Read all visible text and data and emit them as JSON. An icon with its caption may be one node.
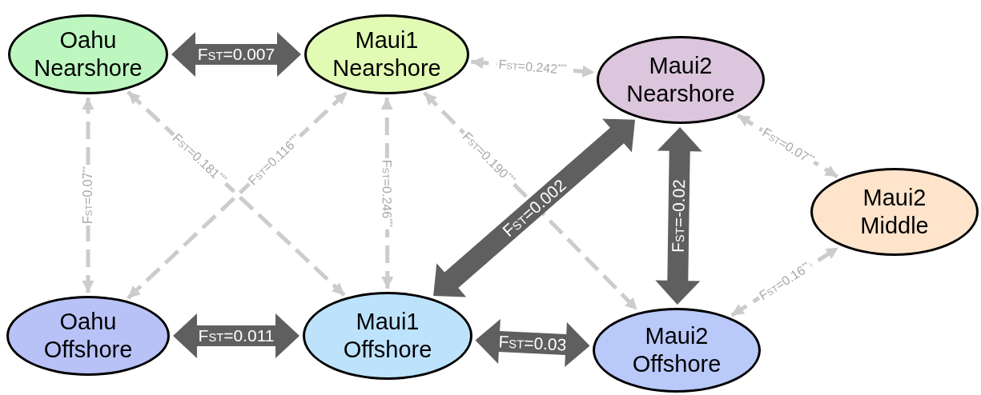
{
  "diagram": {
    "nodes": [
      {
        "text": [
          "Oahu Nearshore"
        ]
      },
      {
        "text": [
          "Maui1 Nearshore"
        ]
      },
      {
        "text": [
          "Maui2 Nearshore"
        ]
      },
      {
        "text": [
          "Maui2 Middle"
        ]
      },
      {
        "text": [
          "Oahu Offshore"
        ]
      },
      {
        "text": [
          "Maui1 Offshore"
        ]
      },
      {
        "text": [
          "Maui2 Offshore"
        ]
      }
    ],
    "edges": [
      {
        "from": 0,
        "to": 1,
        "arrow": "both",
        "label": "F$_{ST}$=0.007",
        "style": "thick",
        "color": "#5f5f5f"
      },
      {
        "from": 1,
        "to": 2,
        "arrow": "both",
        "label": "F$_{ST}$=0.242$^{***}$",
        "style": "dashed"
      },
      {
        "from": 4,
        "to": 0,
        "arrow": "both",
        "label": "F$_{ST}$=0.07$^{**}$",
        "style": "dashed"
      },
      {
        "from": 0,
        "to": 5,
        "arrow": "both",
        "label": "F$_{ST}$=0.181$^{***}$",
        "style": "dashed"
      },
      {
        "from": 4,
        "to": 1,
        "arrow": "both",
        "label": "F$_{ST}$=0.116$^{***}$",
        "style": "dashed"
      },
      {
        "from": 5,
        "to": 1,
        "arrow": "both",
        "label": "F$_{ST}$=0.246$^{***}$",
        "style": "dashed"
      },
      {
        "from": 1,
        "to": 6,
        "arrow": "both",
        "label": "F$_{ST}$=0.190$^{***}$",
        "style": "dashed"
      },
      {
        "from": 5,
        "to": 2,
        "arrow": "both",
        "label": "F$_{ST}$=0.002",
        "style": "thick",
        "color": "#5f5f5f"
      },
      {
        "from": 6,
        "to": 2,
        "arrow": "both",
        "label": "F$_{ST}$=-0.02",
        "style": "thick",
        "color": "#5f5f5f"
      },
      {
        "from": 2,
        "to": 3,
        "arrow": "both",
        "label": "F$_{ST}$=0.07$^{**}$",
        "style": "dashed"
      },
      {
        "from": 6,
        "to": 3,
        "arrow": "both",
        "label": "F$_{ST}$=0.16$^{**}$",
        "style": "dashed"
      },
      {
        "from": 4,
        "to": 5,
        "arrow": "both",
        "label": "F$_{ST}$=0.011",
        "style": "thick",
        "color": "#5f5f5f"
      },
      {
        "from": 5,
        "to": 6,
        "arrow": "both",
        "label": "F$_{ST}$=0.03",
        "style": "thick",
        "color": "#5f5f5f"
      }
    ]
  }
}
